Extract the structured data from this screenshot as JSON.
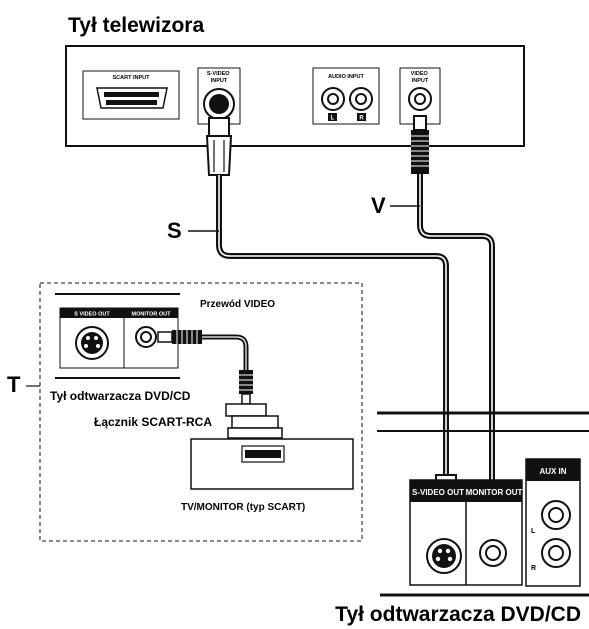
{
  "titles": {
    "tv_back": "Tył telewizora",
    "dvd_back": "Tył odtwarzacza DVD/CD"
  },
  "tv_panel": {
    "scart_input": "SCART INPUT",
    "svideo_input": "S-VIDEO\nINPUT",
    "audio_input": "AUDIO INPUT",
    "audio_l": "L",
    "audio_r": "R",
    "video_input": "VIDEO\nINPUT"
  },
  "connections": {
    "s_label": "S",
    "v_label": "V",
    "t_label": "T"
  },
  "inset": {
    "svideo_out": "S VIDEO OUT",
    "monitor_out": "MONITOR OUT",
    "video_cable": "Przewód VIDEO",
    "dvd_back_small": "Tył odtwarzacza DVD/CD",
    "scart_rca": "Łącznik SCART-RCA",
    "tv_monitor": "TV/MONITOR (typ SCART)"
  },
  "dvd_panel": {
    "svideo_out": "S-VIDEO OUT",
    "monitor_out": "MONITOR OUT",
    "aux_in": "AUX IN",
    "aux_l": "L",
    "aux_r": "R"
  }
}
